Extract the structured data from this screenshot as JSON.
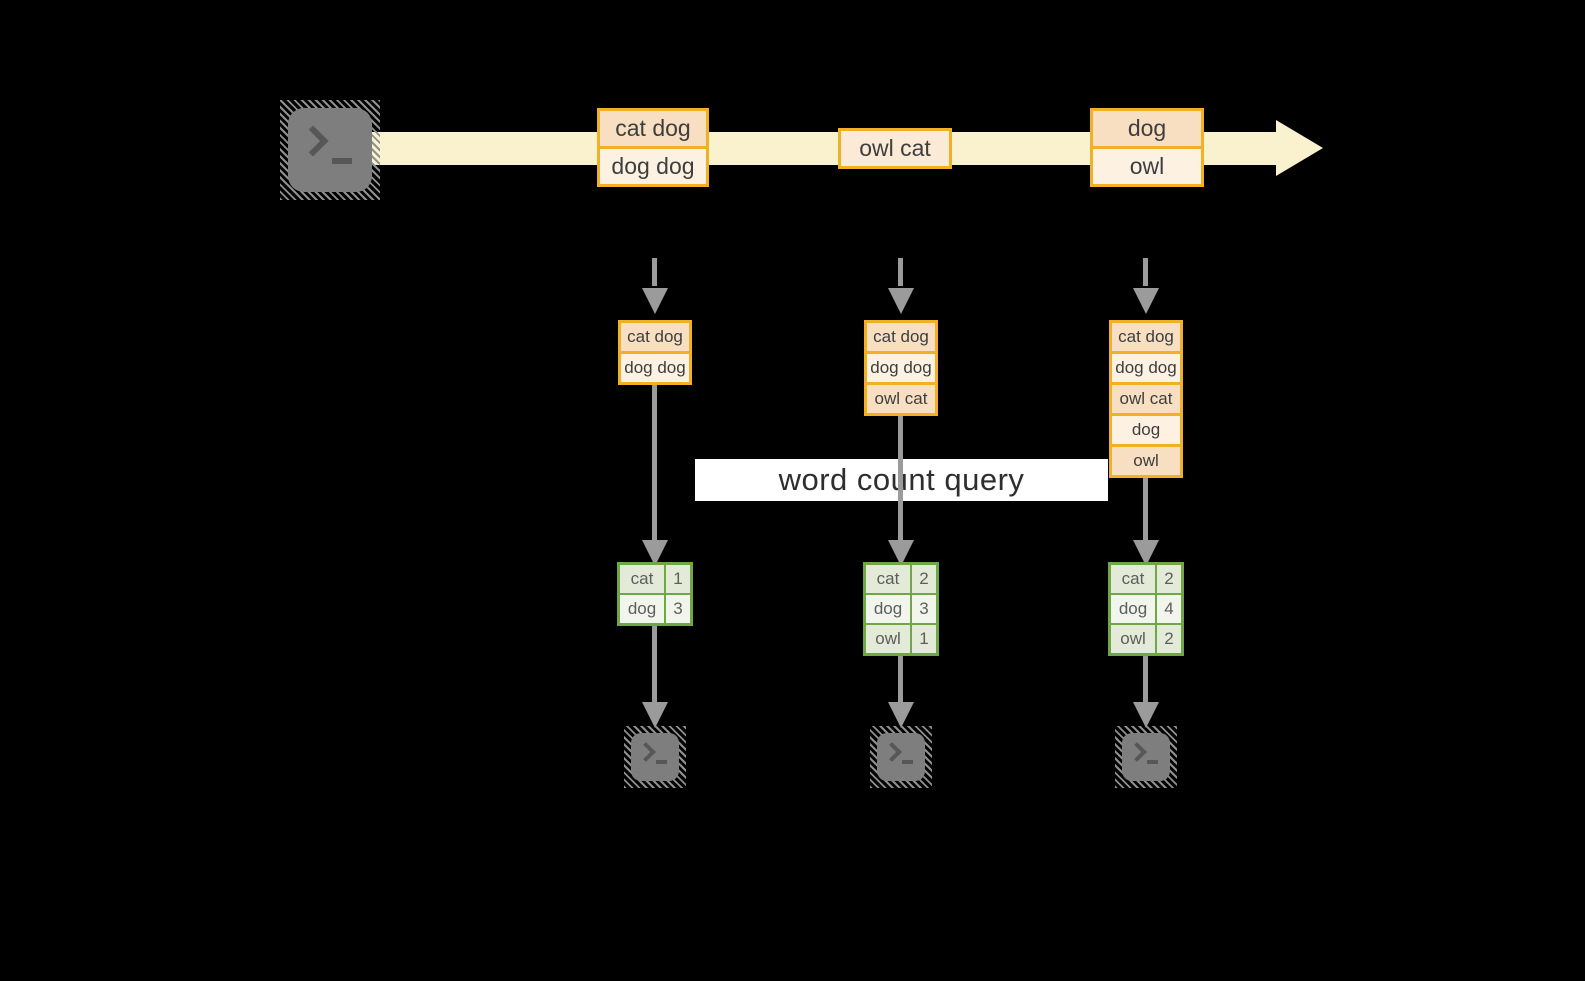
{
  "query_label": "word count query",
  "stream": {
    "records": [
      {
        "cells": [
          "cat dog",
          "dog dog"
        ]
      },
      {
        "cells": [
          "owl cat"
        ]
      },
      {
        "cells": [
          "dog",
          "owl"
        ]
      }
    ]
  },
  "columns": [
    {
      "buffer": [
        "cat dog",
        "dog dog"
      ],
      "counts": [
        {
          "word": "cat",
          "count": "1"
        },
        {
          "word": "dog",
          "count": "3"
        }
      ]
    },
    {
      "buffer": [
        "cat dog",
        "dog dog",
        "owl cat"
      ],
      "counts": [
        {
          "word": "cat",
          "count": "2"
        },
        {
          "word": "dog",
          "count": "3"
        },
        {
          "word": "owl",
          "count": "1"
        }
      ]
    },
    {
      "buffer": [
        "cat dog",
        "dog dog",
        "owl cat",
        "dog",
        "owl"
      ],
      "counts": [
        {
          "word": "cat",
          "count": "2"
        },
        {
          "word": "dog",
          "count": "4"
        },
        {
          "word": "owl",
          "count": "2"
        }
      ]
    }
  ],
  "icons": {
    "source": "terminal-icon",
    "sinks": [
      "terminal-icon",
      "terminal-icon",
      "terminal-icon"
    ]
  },
  "colors": {
    "background": "#000000",
    "stream_arrow": "#FAF1CE",
    "record_border": "#F2B024",
    "record_fill_dark": "#F8DFC2",
    "record_fill_light": "#FDF2E2",
    "table_border": "#6EA744",
    "table_fill_dark": "#E3EAD8",
    "table_fill_light": "#F1F5EC",
    "connector": "#9B9B9B",
    "query_band": "#FFFFFF",
    "terminal": "#7E7E7E"
  }
}
